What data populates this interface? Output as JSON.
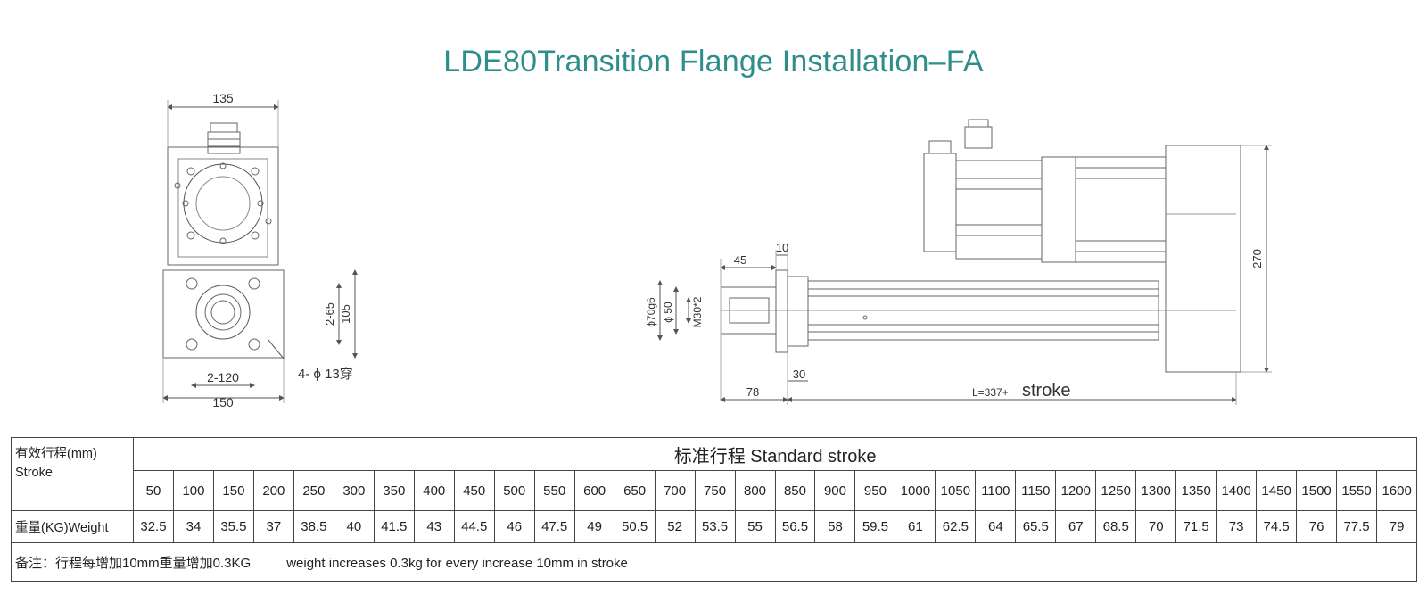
{
  "title": "LDE80Transition  Flange Installation–FA",
  "dimensions": {
    "top_width": "135",
    "bolt_spacing_h": "2-120",
    "base_width": "150",
    "bolt_spacing_v": "2-65",
    "base_height": "105",
    "holes": "4- ϕ 13穿",
    "rod_end": "45",
    "flange_thickness": "10",
    "pilot_diameter": "ϕ70g6",
    "rod_diameter": "ϕ 50",
    "thread": "M30*2",
    "shoulder": "30",
    "rod_extension": "78",
    "length_prefix": "L=337+",
    "length_suffix": "stroke",
    "height": "270"
  },
  "table": {
    "header_cn": "有效行程(mm)",
    "header_en": "Stroke",
    "standard_stroke": "标准行程    Standard stroke",
    "strokes": [
      "50",
      "100",
      "150",
      "200",
      "250",
      "300",
      "350",
      "400",
      "450",
      "500",
      "550",
      "600",
      "650",
      "700",
      "750",
      "800",
      "850",
      "900",
      "950",
      "1000",
      "1050",
      "1100",
      "1150",
      "1200",
      "1250",
      "1300",
      "1350",
      "1400",
      "1450",
      "1500",
      "1550",
      "1600"
    ],
    "weight_label": "重量(KG)Weight",
    "weights": [
      "32.5",
      "34",
      "35.5",
      "37",
      "38.5",
      "40",
      "41.5",
      "43",
      "44.5",
      "46",
      "47.5",
      "49",
      "50.5",
      "52",
      "53.5",
      "55",
      "56.5",
      "58",
      "59.5",
      "61",
      "62.5",
      "64",
      "65.5",
      "67",
      "68.5",
      "70",
      "71.5",
      "73",
      "74.5",
      "76",
      "77.5",
      "79"
    ],
    "note_cn": "备注：行程每增加10mm重量增加0.3KG",
    "note_en": "weight increases 0.3kg for every increase 10mm in stroke"
  }
}
